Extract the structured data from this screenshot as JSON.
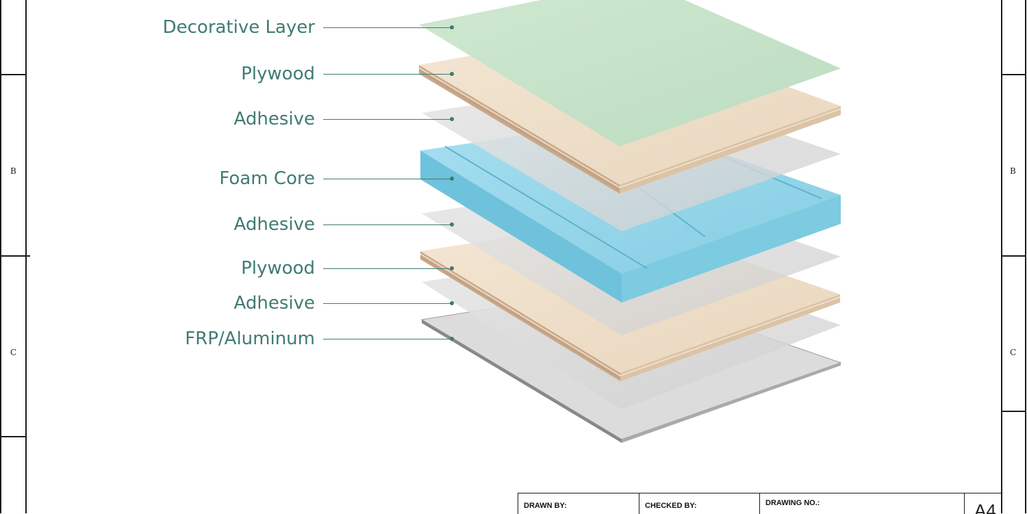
{
  "frame": {
    "zones_left": [
      "B",
      "C"
    ],
    "zones_right": [
      "B",
      "C"
    ]
  },
  "layers": [
    {
      "label": "Decorative Layer",
      "color": "#c6e2c9"
    },
    {
      "label": "Plywood",
      "color": "#efe0cc"
    },
    {
      "label": "Adhesive",
      "color": "#d6d6d6"
    },
    {
      "label": "Foam Core",
      "color": "#8fd3e6"
    },
    {
      "label": "Adhesive",
      "color": "#d6d6d6"
    },
    {
      "label": "Plywood",
      "color": "#efe0cc"
    },
    {
      "label": "Adhesive",
      "color": "#d6d6d6"
    },
    {
      "label": "FRP/Aluminum",
      "color": "#dcdcdc"
    }
  ],
  "colors": {
    "label_text": "#3f7b73",
    "frame_line": "#1a1a1a"
  },
  "title_block": {
    "drawn_by": "DRAWN BY:",
    "checked_by": "CHECKED BY:",
    "drawing_no": "DRAWING NO.:",
    "sheet_size": "A4"
  }
}
